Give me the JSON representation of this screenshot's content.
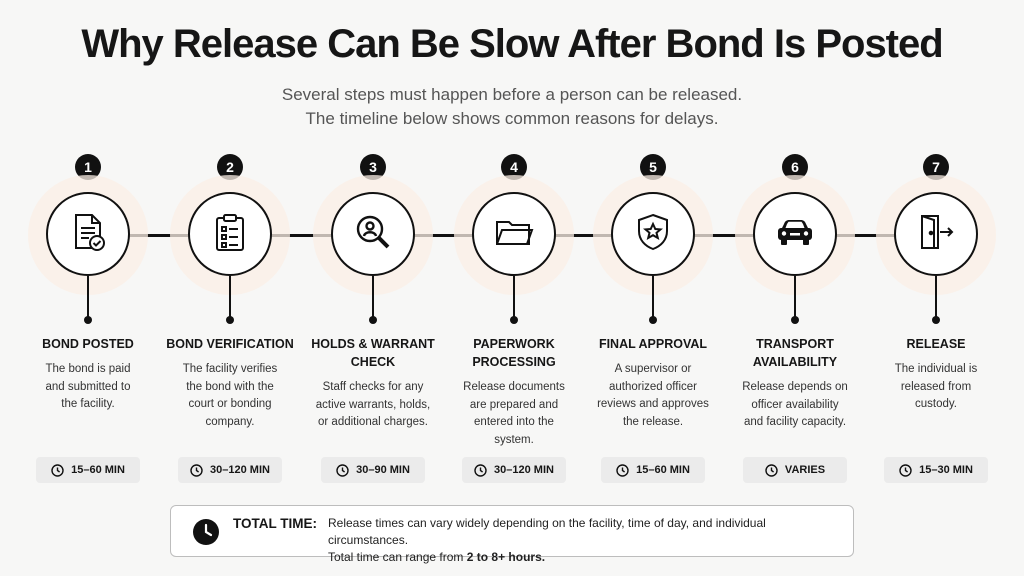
{
  "header": {
    "title": "Why Release Can Be Slow After Bond Is Posted",
    "subtitle_line1": "Several steps must happen before a person can be released.",
    "subtitle_line2": "The timeline below shows common reasons for delays."
  },
  "steps": [
    {
      "number": "1",
      "icon": "document-check-icon",
      "heading_line1": "BOND POSTED",
      "heading_line2": "",
      "desc": [
        "The bond is paid",
        "and submitted to",
        "the facility."
      ],
      "time": "15–60 MIN",
      "time_icon": "clock-icon"
    },
    {
      "number": "2",
      "icon": "clipboard-checklist-icon",
      "heading_line1": "BOND VERIFICATION",
      "heading_line2": "",
      "desc": [
        "The facility verifies",
        "the bond with the",
        "court or bonding",
        "company."
      ],
      "time": "30–120 MIN",
      "time_icon": "clock-icon"
    },
    {
      "number": "3",
      "icon": "magnifier-person-icon",
      "heading_line1": "HOLDS & WARRANT",
      "heading_line2": "CHECK",
      "desc": [
        "Staff checks for any",
        "active warrants, holds,",
        "or additional charges."
      ],
      "time": "30–90 MIN",
      "time_icon": "clock-icon"
    },
    {
      "number": "4",
      "icon": "folder-icon",
      "heading_line1": "PAPERWORK",
      "heading_line2": "PROCESSING",
      "desc": [
        "Release documents",
        "are prepared and",
        "entered into the",
        "system."
      ],
      "time": "30–120 MIN",
      "time_icon": "clock-icon"
    },
    {
      "number": "5",
      "icon": "shield-star-icon",
      "heading_line1": "FINAL APPROVAL",
      "heading_line2": "",
      "desc": [
        "A supervisor or",
        "authorized officer",
        "reviews and approves",
        "the release."
      ],
      "time": "15–60 MIN",
      "time_icon": "clock-icon"
    },
    {
      "number": "6",
      "icon": "car-icon",
      "heading_line1": "TRANSPORT",
      "heading_line2": "AVAILABILITY",
      "desc": [
        "Release depends on",
        "officer availability",
        "and facility capacity."
      ],
      "time": "VARIES",
      "time_icon": "clock-icon"
    },
    {
      "number": "7",
      "icon": "exit-door-icon",
      "heading_line1": "RELEASE",
      "heading_line2": "",
      "desc": [
        "The individual is",
        "released from",
        "custody."
      ],
      "time": "15–30 MIN",
      "time_icon": "clock-icon"
    }
  ],
  "total": {
    "icon": "clock-icon",
    "label": "TOTAL TIME:",
    "line1": "Release times can vary widely depending on the facility, time of day, and individual circumstances.",
    "line2_prefix": "Total time can range from ",
    "line2_bold": "2 to 8+ hours."
  }
}
